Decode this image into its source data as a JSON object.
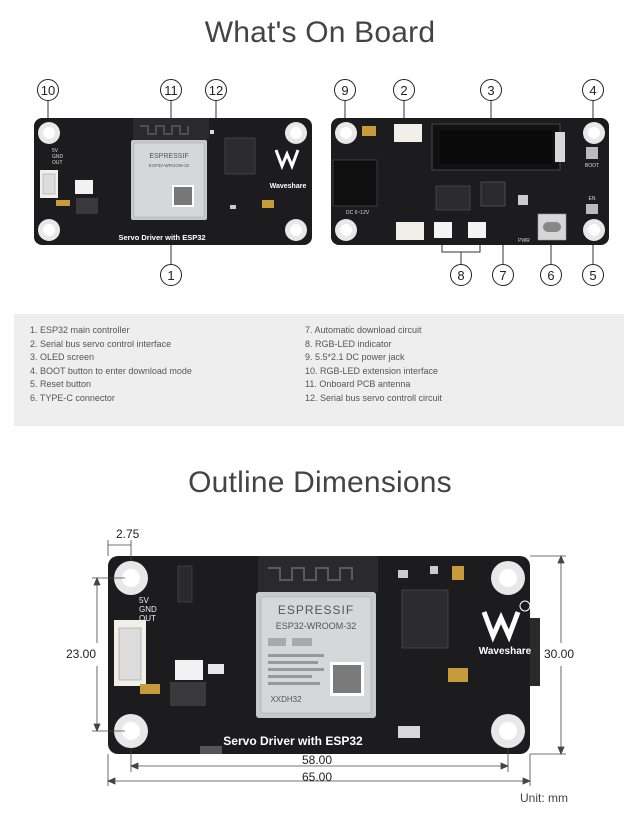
{
  "titles": {
    "on_board": "What's On Board",
    "outline": "Outline Dimensions"
  },
  "callouts": [
    "1",
    "2",
    "3",
    "4",
    "5",
    "6",
    "7",
    "8",
    "9",
    "10",
    "11",
    "12"
  ],
  "board": {
    "module_brand": "ESPRESSIF",
    "module_model_small": "ESP32-WROOM-32",
    "module_model": "ESP32-WROOM-32",
    "module_code": "XXDH32",
    "logo_text": "Waveshare",
    "board_label": "Servo Driver with ESP32",
    "pin_labels": [
      "5V",
      "GND",
      "OUT"
    ],
    "dc_label": "DC 6~12V",
    "boot_label": "BOOT",
    "en_label": "EN",
    "pwr_label": "PWR"
  },
  "legend_left": [
    "1. ESP32 main controller",
    "2. Serial bus servo control interface",
    "3. OLED screen",
    "4. BOOT button to enter download mode",
    "5. Reset button",
    "6. TYPE-C connector"
  ],
  "legend_right": [
    "7. Automatic download circuit",
    "8. RGB-LED indicator",
    "9. 5.5*2.1 DC power jack",
    "10. RGB-LED extension interface",
    "11. Onboard PCB antenna",
    "12. Serial bus servo controll circuit"
  ],
  "dimensions": {
    "hole_offset": "2.75",
    "inner_height": "23.00",
    "outer_height": "30.00",
    "inner_width": "58.00",
    "outer_width": "65.00",
    "unit": "Unit: mm"
  },
  "colors": {
    "pcb": "#1c1c1e",
    "hole_ring": "#e8e8e8",
    "module": "#c7c8c9",
    "connector": "#f0efe8"
  }
}
